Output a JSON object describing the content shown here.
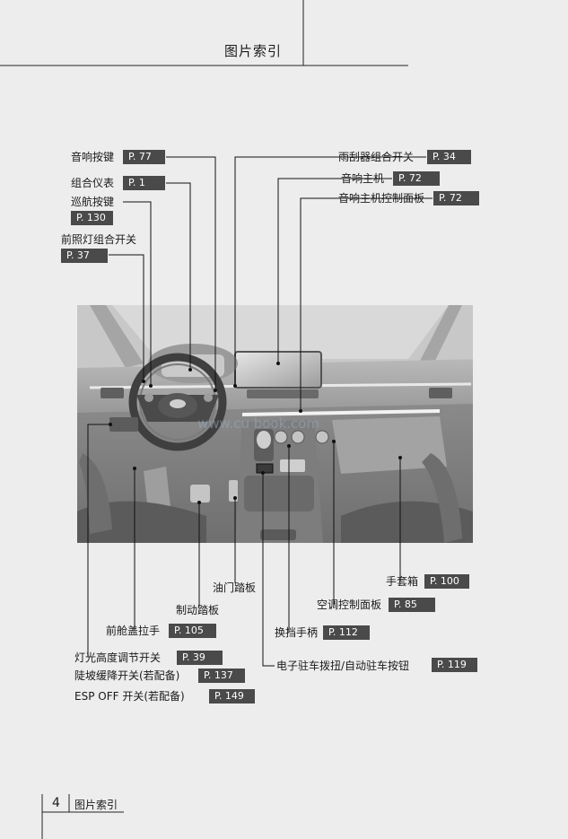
{
  "header": {
    "title": "图片索引"
  },
  "footer": {
    "page_number": "4",
    "section": "图片索引"
  },
  "watermark": "www.cu...book.com",
  "callouts": {
    "audio_buttons": {
      "label": "音响按键",
      "page": "P. 77"
    },
    "instrument_cluster": {
      "label": "组合仪表",
      "page": "P. 1"
    },
    "cruise_buttons": {
      "label": "巡航按键",
      "page": "P. 130"
    },
    "headlight_switch": {
      "label": "前照灯组合开关",
      "page": "P. 37"
    },
    "wiper_switch": {
      "label": "雨刮器组合开关",
      "page": "P. 34"
    },
    "audio_head_unit": {
      "label": "音响主机",
      "page": "P. 72"
    },
    "audio_control_panel": {
      "label": "音响主机控制面板",
      "page": "P. 72"
    },
    "accelerator": {
      "label": "油门踏板"
    },
    "brake": {
      "label": "制动踏板"
    },
    "glovebox": {
      "label": "手套箱",
      "page": "P. 100"
    },
    "ac_panel": {
      "label": "空调控制面板",
      "page": "P. 85"
    },
    "hood_release": {
      "label": "前舱盖拉手",
      "page": "P. 105"
    },
    "gear_shifter": {
      "label": "换挡手柄",
      "page": "P. 112"
    },
    "headlight_level": {
      "label": "灯光高度调节开关",
      "page": "P. 39"
    },
    "hill_descent": {
      "label": "陡坡缓降开关(若配备)",
      "page": "P. 137"
    },
    "epb": {
      "label": "电子驻车拨扭/自动驻车按钮",
      "page": "P. 119"
    },
    "esp_off": {
      "label": "ESP OFF  开关(若配备)",
      "page": "P. 149"
    }
  }
}
